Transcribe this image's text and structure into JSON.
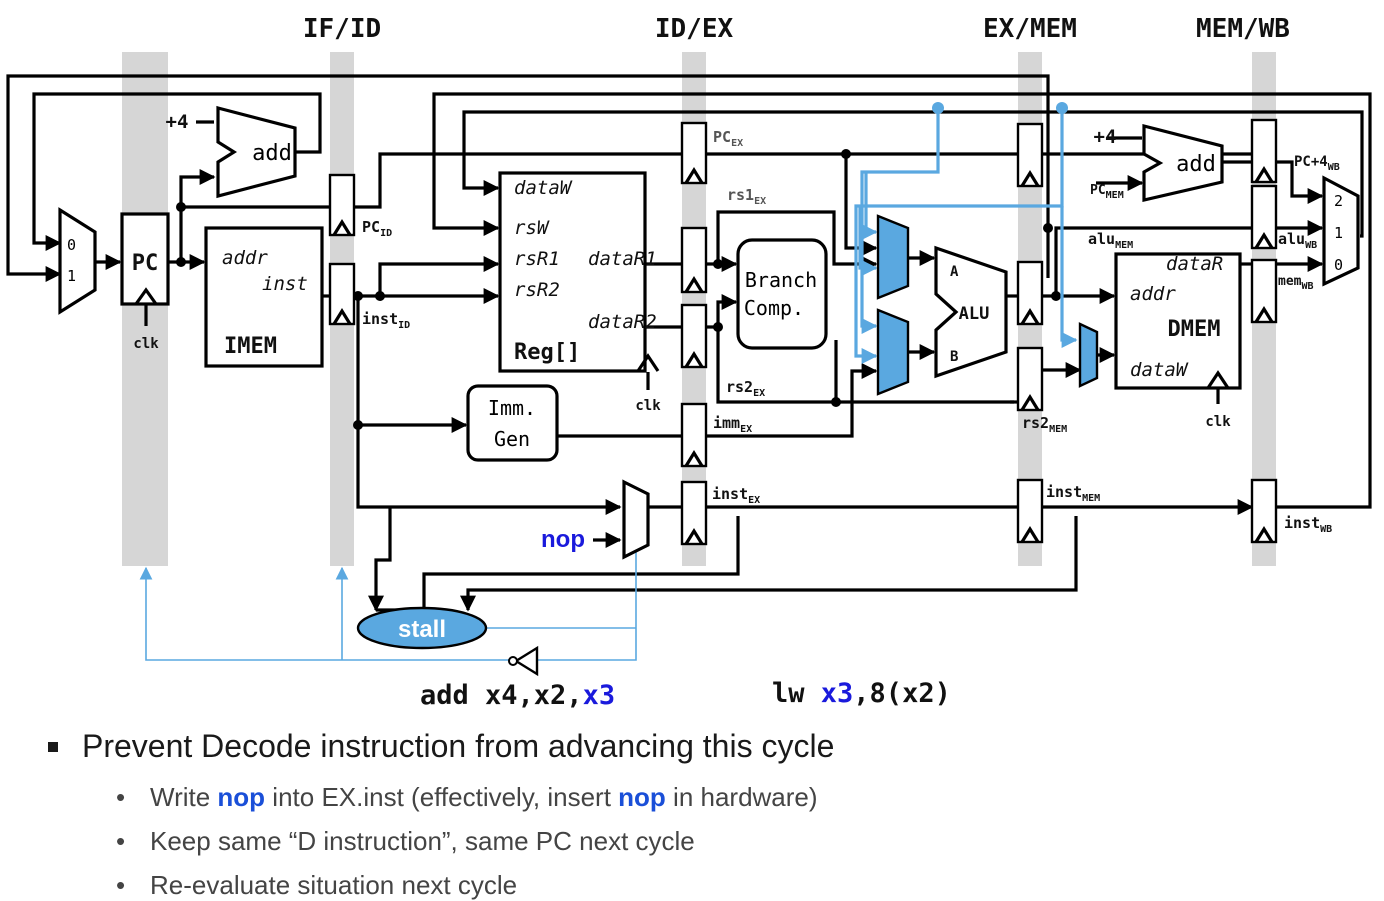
{
  "stages": [
    "IF/ID",
    "ID/EX",
    "EX/MEM",
    "MEM/WB"
  ],
  "blocks": {
    "pc": "PC",
    "clk": "clk",
    "imem": {
      "title": "IMEM",
      "addr": "addr",
      "inst": "inst"
    },
    "reg": {
      "title": "Reg[]",
      "dataW": "dataW",
      "rsW": "rsW",
      "rsR1": "rsR1",
      "rsR2": "rsR2",
      "dataR1": "dataR1",
      "dataR2": "dataR2"
    },
    "add": "add",
    "plus4": "+4",
    "branch": {
      "line1": "Branch",
      "line2": "Comp."
    },
    "immgen": {
      "line1": "Imm.",
      "line2": "Gen"
    },
    "alu": {
      "label": "ALU",
      "a": "A",
      "b": "B"
    },
    "dmem": {
      "title": "DMEM",
      "dataR": "dataR",
      "addr": "addr",
      "dataW": "dataW"
    },
    "nop": "nop",
    "stall": "stall",
    "mux_pc": [
      "0",
      "1"
    ],
    "mux_wb": [
      "2",
      "1",
      "0"
    ]
  },
  "signals": {
    "pc_id": {
      "base": "PC",
      "sub": "ID"
    },
    "inst_id": {
      "base": "inst",
      "sub": "ID"
    },
    "pc_ex": {
      "base": "PC",
      "sub": "EX"
    },
    "rs1_ex": {
      "base": "rs1",
      "sub": "EX"
    },
    "rs2_ex": {
      "base": "rs2",
      "sub": "EX"
    },
    "imm_ex": {
      "base": "imm",
      "sub": "EX"
    },
    "inst_ex": {
      "base": "inst",
      "sub": "EX"
    },
    "pc_mem": {
      "base": "PC",
      "sub": "MEM"
    },
    "alu_mem": {
      "base": "alu",
      "sub": "MEM"
    },
    "rs2_mem": {
      "base": "rs2",
      "sub": "MEM"
    },
    "inst_mem": {
      "base": "inst",
      "sub": "MEM"
    },
    "pc4_wb": {
      "base": "PC+4",
      "sub": "WB"
    },
    "alu_wb": {
      "base": "alu",
      "sub": "WB"
    },
    "mem_wb": {
      "base": "mem",
      "sub": "WB"
    },
    "inst_wb": {
      "base": "inst",
      "sub": "WB"
    }
  },
  "captions": {
    "decode": {
      "pre": "add x4,x2,",
      "hl": "x3"
    },
    "exec": {
      "pre": "lw ",
      "hl": "x3",
      "post": ",8(x2)"
    }
  },
  "notes": {
    "main": "Prevent Decode instruction from advancing this cycle",
    "items": [
      {
        "parts": [
          "Write ",
          "nop",
          " into EX.inst (effectively, insert ",
          "nop",
          " in hardware)"
        ]
      },
      {
        "parts": [
          "Keep same “D instruction”, same PC next cycle"
        ]
      },
      {
        "parts": [
          "Re-evaluate situation next cycle"
        ]
      }
    ]
  },
  "colors": {
    "forward_path": "#5aa8e0",
    "mux_fill": "#5aa8e0",
    "highlight": "#1a1adc",
    "stage_bar": "#d6d6d6"
  }
}
